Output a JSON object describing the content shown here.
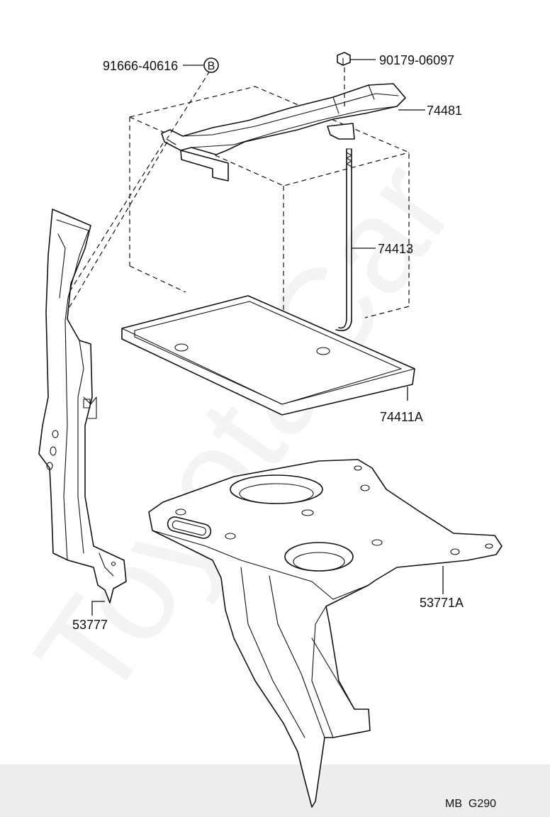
{
  "diagram": {
    "watermark": "ToyotaCar",
    "labels": {
      "bolt_part": "91666-40616",
      "bolt_code": "B",
      "nut_part": "90179-06097",
      "clamp": "74481",
      "rod": "74413",
      "tray": "74411A",
      "side_bracket": "53777",
      "carrier": "53771A",
      "figure_ref": "MB  G290"
    }
  }
}
